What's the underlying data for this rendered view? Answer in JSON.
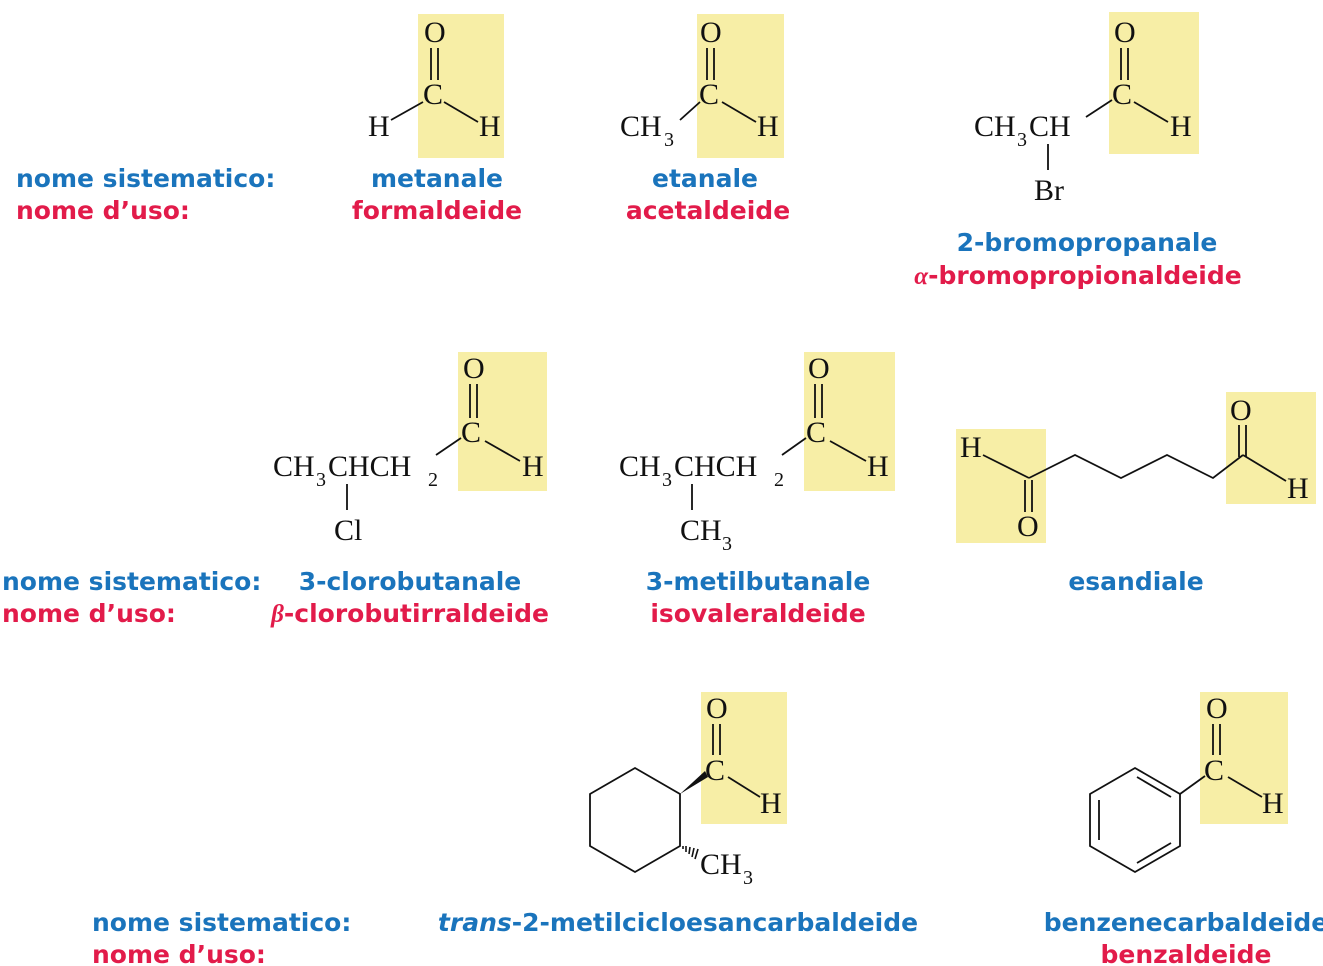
{
  "colors": {
    "systematic": "#1a74bc",
    "common": "#e21b4a",
    "highlight": "#f7eea6"
  },
  "labels": {
    "systematic": "nome sistematico:",
    "common": "nome d’uso:"
  },
  "compounds": [
    {
      "id": "metanale",
      "systematic": "metanale",
      "common": "formaldeide"
    },
    {
      "id": "etanale",
      "systematic": "etanale",
      "common": "acetaldeide"
    },
    {
      "id": "bromopropanale",
      "systematic": "2-bromopropanale",
      "common_prefix": "α",
      "common_rest": "-bromopropionaldeide"
    },
    {
      "id": "clorobutanale",
      "systematic": "3-clorobutanale",
      "common_prefix": "β",
      "common_rest": "-clorobutirraldeide"
    },
    {
      "id": "metilbutanale",
      "systematic": "3-metilbutanale",
      "common": "isovaleraldeide"
    },
    {
      "id": "esandiale",
      "systematic": "esandiale"
    },
    {
      "id": "metilcicloesancarbaldeide",
      "systematic_prefix": "trans",
      "systematic_rest": "-2-metilcicloesancarbaldeide"
    },
    {
      "id": "benzenecarbaldeide",
      "systematic": "benzenecarbaldeide",
      "common": "benzaldeide"
    }
  ],
  "atoms": {
    "O": "O",
    "C": "C",
    "H": "H",
    "Cl": "Cl",
    "Br": "Br",
    "CH": "CH",
    "CHCH": "CHCH",
    "sub2": "2",
    "sub3": "3"
  }
}
